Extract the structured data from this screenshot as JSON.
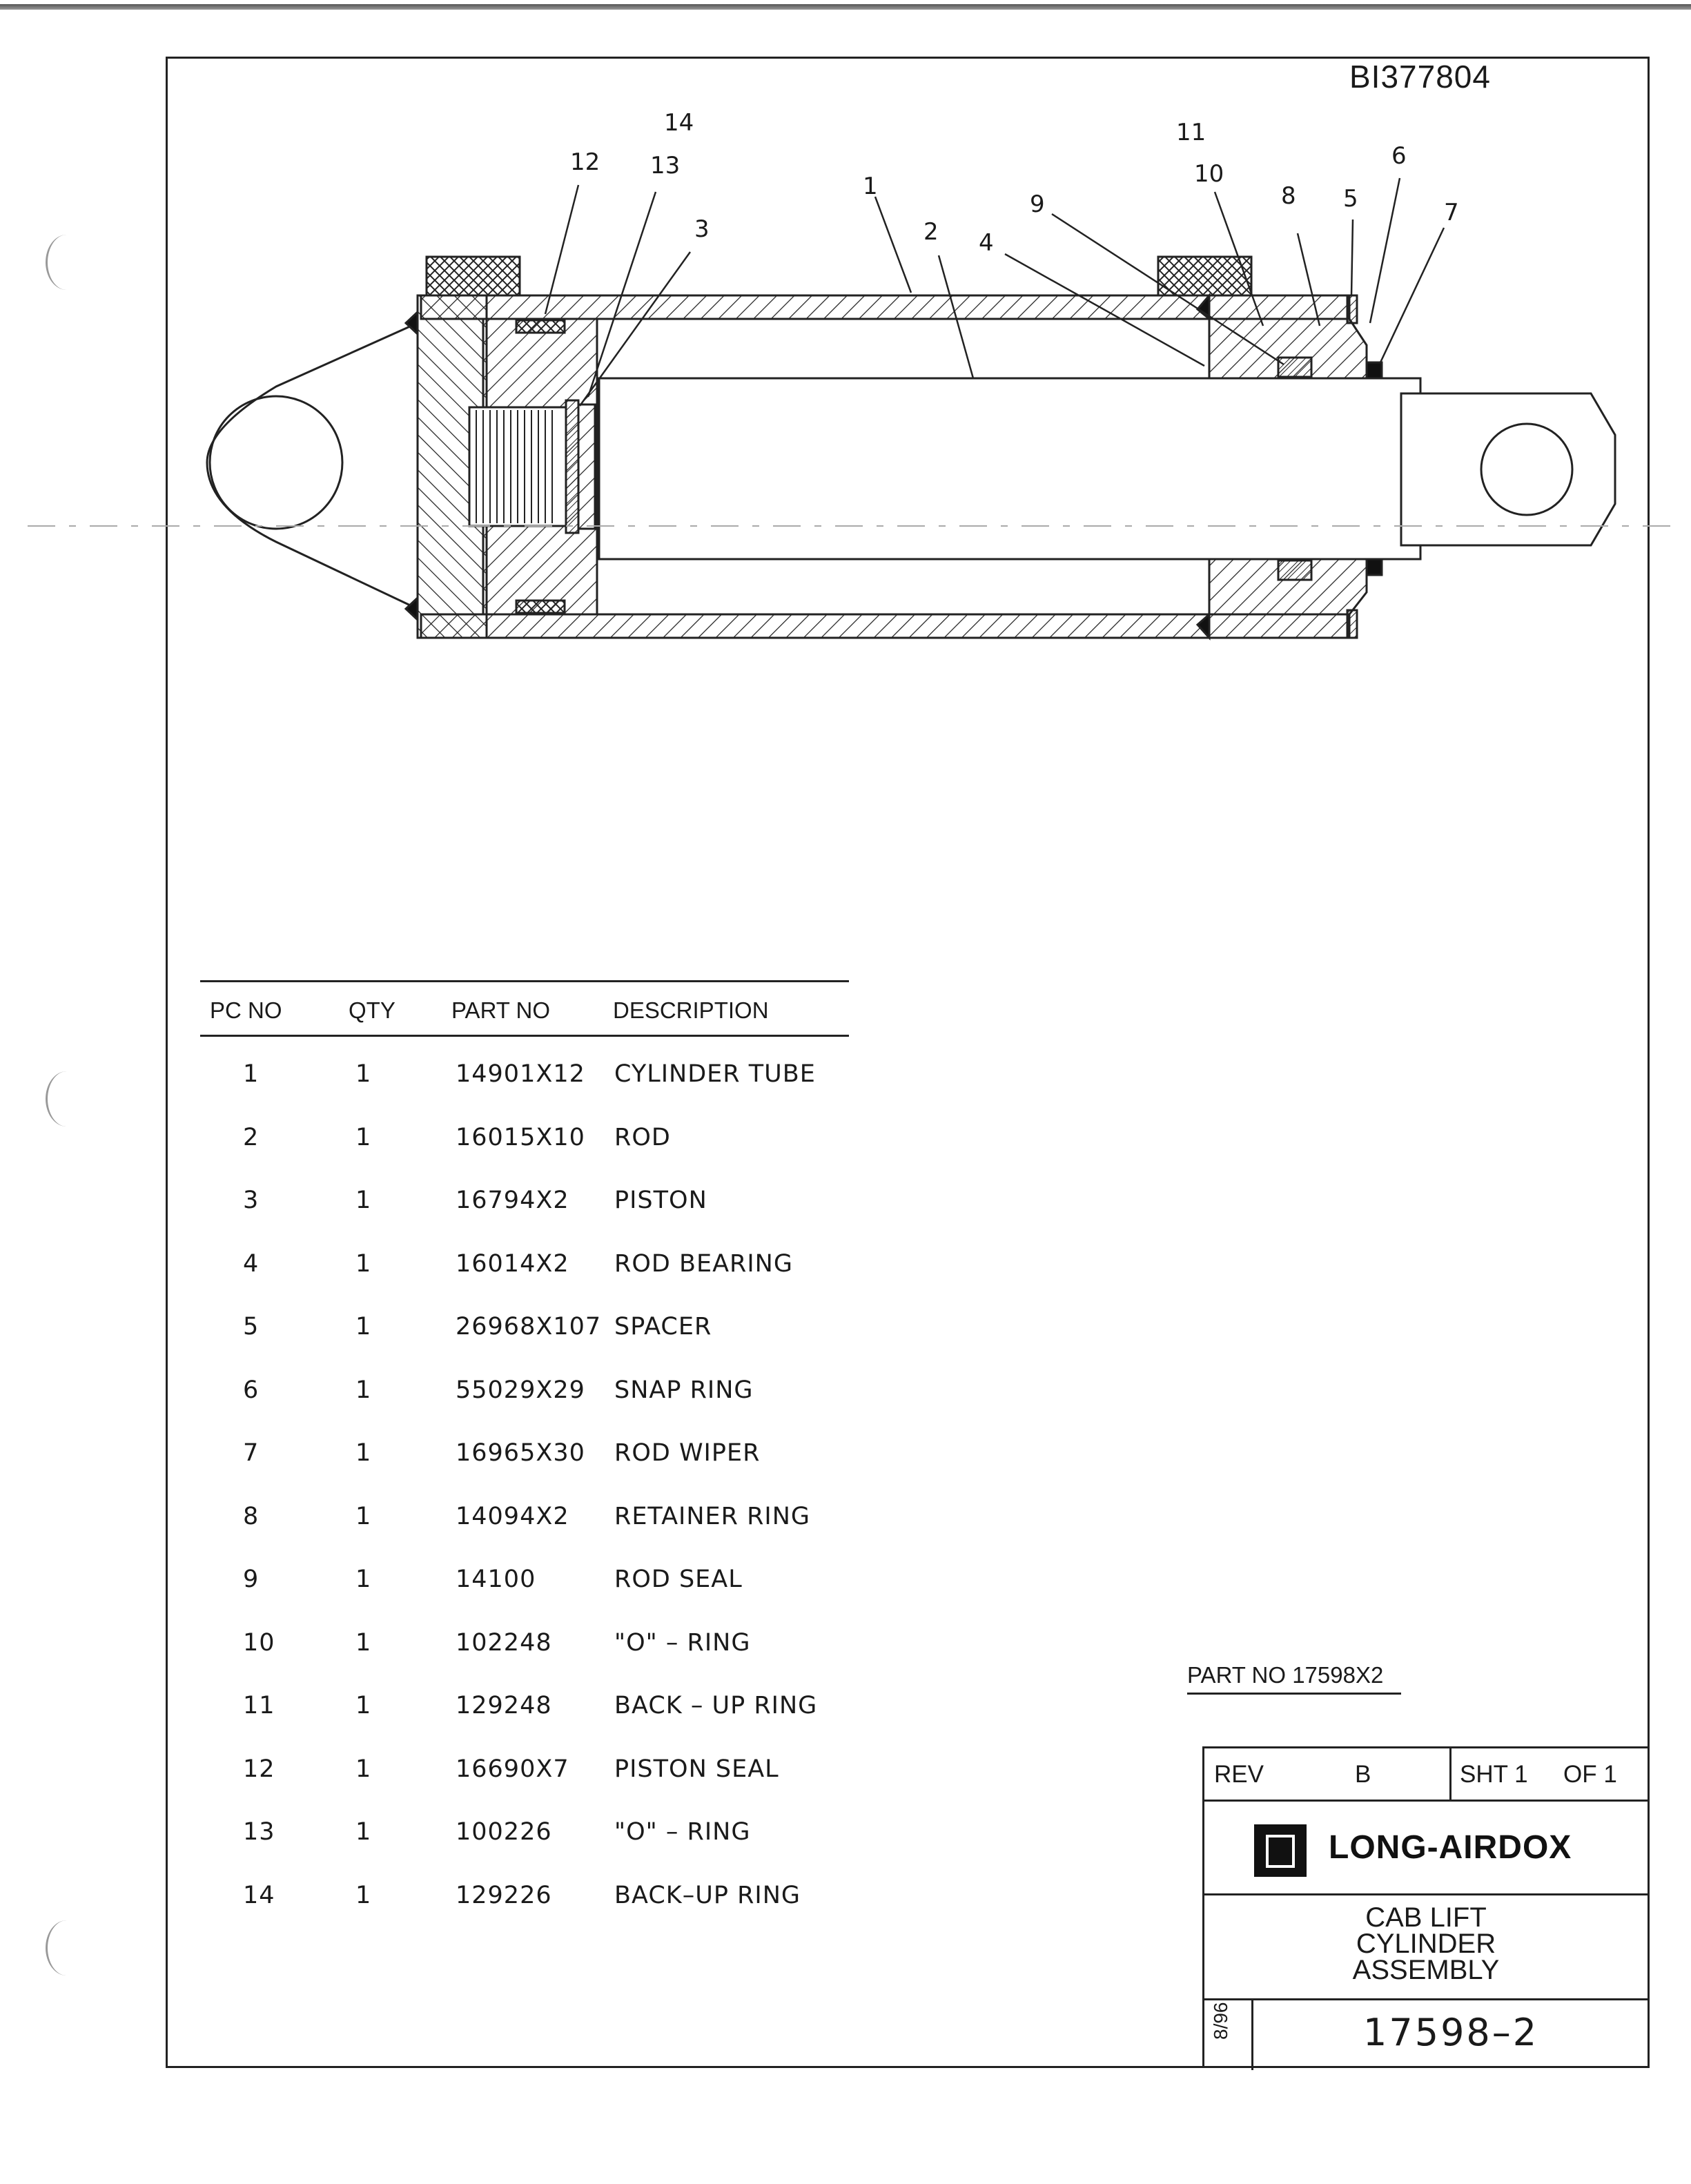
{
  "document": {
    "doc_id": "BI377804",
    "part_no_label": "PART NO 17598X2"
  },
  "callouts": [
    "14",
    "12",
    "13",
    "3",
    "1",
    "2",
    "4",
    "9",
    "11",
    "10",
    "8",
    "5",
    "6",
    "7"
  ],
  "parts_table": {
    "headers": [
      "PC NO",
      "QTY",
      "PART NO",
      "DESCRIPTION"
    ],
    "rows": [
      {
        "pc": "1",
        "qty": "1",
        "part": "14901X12",
        "desc": "CYLINDER TUBE"
      },
      {
        "pc": "2",
        "qty": "1",
        "part": "16015X10",
        "desc": "ROD"
      },
      {
        "pc": "3",
        "qty": "1",
        "part": "16794X2",
        "desc": "PISTON"
      },
      {
        "pc": "4",
        "qty": "1",
        "part": "16014X2",
        "desc": "ROD BEARING"
      },
      {
        "pc": "5",
        "qty": "1",
        "part": "26968X107",
        "desc": "SPACER"
      },
      {
        "pc": "6",
        "qty": "1",
        "part": "55029X29",
        "desc": "SNAP RING"
      },
      {
        "pc": "7",
        "qty": "1",
        "part": "16965X30",
        "desc": "ROD WIPER"
      },
      {
        "pc": "8",
        "qty": "1",
        "part": "14094X2",
        "desc": "RETAINER RING"
      },
      {
        "pc": "9",
        "qty": "1",
        "part": "14100",
        "desc": "ROD SEAL"
      },
      {
        "pc": "10",
        "qty": "1",
        "part": "102248",
        "desc": "\"O\" – RING"
      },
      {
        "pc": "11",
        "qty": "1",
        "part": "129248",
        "desc": "BACK – UP RING"
      },
      {
        "pc": "12",
        "qty": "1",
        "part": "16690X7",
        "desc": "PISTON SEAL"
      },
      {
        "pc": "13",
        "qty": "1",
        "part": "100226",
        "desc": "\"O\" – RING"
      },
      {
        "pc": "14",
        "qty": "1",
        "part": "129226",
        "desc": "BACK–UP RING"
      }
    ]
  },
  "title_block": {
    "rev_label": "REV",
    "rev_value": "B",
    "sheet": "SHT 1",
    "of": "OF 1",
    "company": "LONG-AIRDOX",
    "title_lines": [
      "CAB LIFT",
      "CYLINDER",
      "ASSEMBLY"
    ],
    "date": "8/96",
    "drawing_number": "17598–2"
  }
}
